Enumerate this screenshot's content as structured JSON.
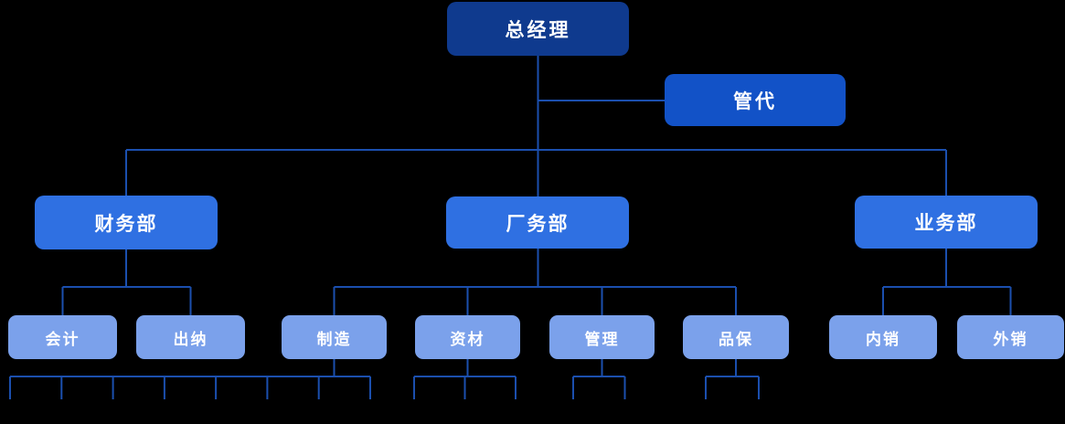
{
  "diagram": {
    "type": "org-chart",
    "nodes": {
      "general_manager": {
        "label": "总经理",
        "level": 1
      },
      "management_rep": {
        "label": "管代",
        "level": 1.5
      },
      "finance_dept": {
        "label": "财务部",
        "level": 2
      },
      "plant_dept": {
        "label": "厂务部",
        "level": 2
      },
      "business_dept": {
        "label": "业务部",
        "level": 2
      },
      "accounting": {
        "label": "会计",
        "level": 3
      },
      "cashier": {
        "label": "出纳",
        "level": 3
      },
      "manufacturing": {
        "label": "制造",
        "level": 3
      },
      "materials": {
        "label": "资材",
        "level": 3
      },
      "management": {
        "label": "管理",
        "level": 3
      },
      "quality_assurance": {
        "label": "品保",
        "level": 3
      },
      "domestic_sales": {
        "label": "内销",
        "level": 3
      },
      "export_sales": {
        "label": "外销",
        "level": 3
      }
    },
    "edges": [
      {
        "from": "general_manager",
        "to": "management_rep",
        "style": "side-branch"
      },
      {
        "from": "general_manager",
        "to": "finance_dept"
      },
      {
        "from": "general_manager",
        "to": "plant_dept"
      },
      {
        "from": "general_manager",
        "to": "business_dept"
      },
      {
        "from": "finance_dept",
        "to": "accounting"
      },
      {
        "from": "finance_dept",
        "to": "cashier"
      },
      {
        "from": "plant_dept",
        "to": "manufacturing"
      },
      {
        "from": "plant_dept",
        "to": "materials"
      },
      {
        "from": "plant_dept",
        "to": "management"
      },
      {
        "from": "plant_dept",
        "to": "quality_assurance"
      },
      {
        "from": "business_dept",
        "to": "domestic_sales"
      },
      {
        "from": "business_dept",
        "to": "export_sales"
      }
    ],
    "truncated_child_stubs": {
      "manufacturing": 8,
      "materials": 3,
      "management": 2,
      "quality_assurance": 2
    },
    "colors": {
      "level1_box": "#0F3A8E",
      "management_rep_box": "#1252C7",
      "level2_box": "#2F70E2",
      "level3_box": "#7BA1EB",
      "connector_line": "#1B4FAE",
      "text": "#FFFFFF",
      "background": "#000000"
    }
  }
}
